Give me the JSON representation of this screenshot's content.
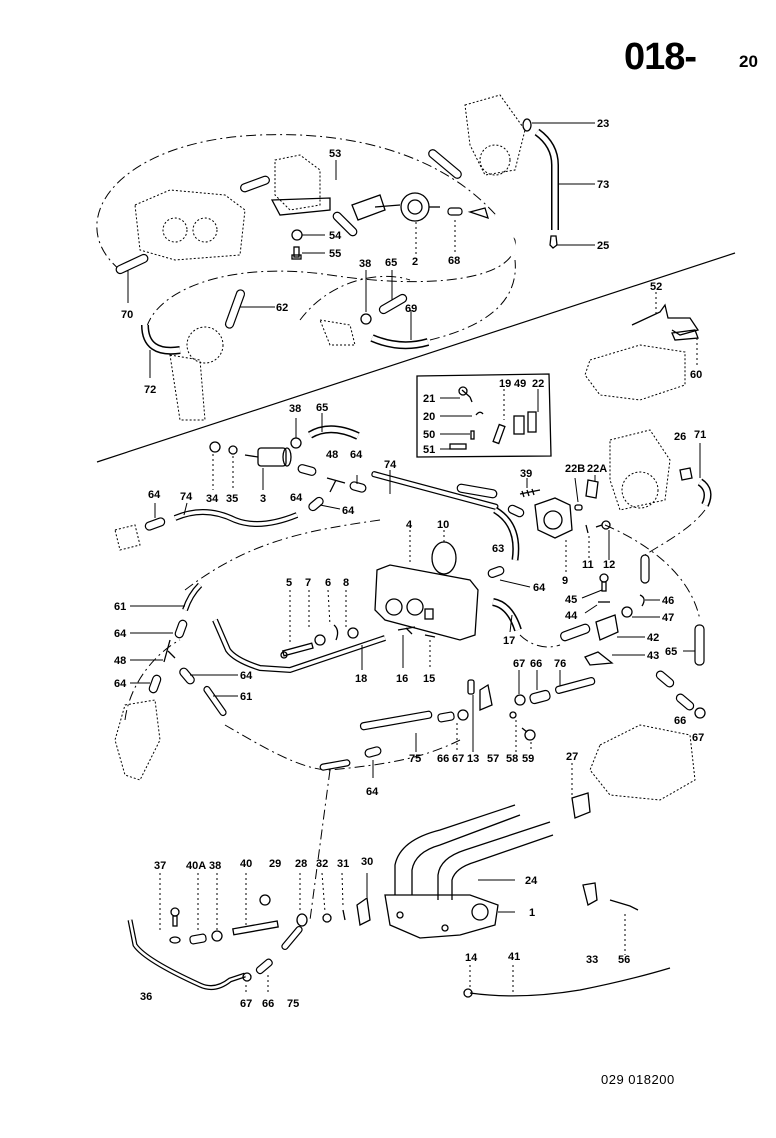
{
  "page": {
    "number": "018",
    "separator": "-",
    "sub_number": "20",
    "reference": "029 018200"
  },
  "callouts": [
    {
      "id": "c23",
      "label": "23"
    },
    {
      "id": "c73",
      "label": "73"
    },
    {
      "id": "c25",
      "label": "25"
    },
    {
      "id": "c53",
      "label": "53"
    },
    {
      "id": "c54",
      "label": "54"
    },
    {
      "id": "c55",
      "label": "55"
    },
    {
      "id": "c2",
      "label": "2"
    },
    {
      "id": "c68",
      "label": "68"
    },
    {
      "id": "c38a",
      "label": "38"
    },
    {
      "id": "c65a",
      "label": "65"
    },
    {
      "id": "c69",
      "label": "69"
    },
    {
      "id": "c62",
      "label": "62"
    },
    {
      "id": "c70",
      "label": "70"
    },
    {
      "id": "c72",
      "label": "72"
    },
    {
      "id": "c52",
      "label": "52"
    },
    {
      "id": "c60",
      "label": "60"
    },
    {
      "id": "c21",
      "label": "21"
    },
    {
      "id": "c20",
      "label": "20"
    },
    {
      "id": "c50",
      "label": "50"
    },
    {
      "id": "c51",
      "label": "51"
    },
    {
      "id": "c19",
      "label": "19"
    },
    {
      "id": "c49",
      "label": "49"
    },
    {
      "id": "c22",
      "label": "22"
    },
    {
      "id": "c38b",
      "label": "38"
    },
    {
      "id": "c65b",
      "label": "65"
    },
    {
      "id": "c48a",
      "label": "48"
    },
    {
      "id": "c64a",
      "label": "64"
    },
    {
      "id": "c74a",
      "label": "74"
    },
    {
      "id": "c34",
      "label": "34"
    },
    {
      "id": "c35",
      "label": "35"
    },
    {
      "id": "c3",
      "label": "3"
    },
    {
      "id": "c64b",
      "label": "64"
    },
    {
      "id": "c64c",
      "label": "64"
    },
    {
      "id": "c64d",
      "label": "64"
    },
    {
      "id": "c74b",
      "label": "74"
    },
    {
      "id": "c39",
      "label": "39"
    },
    {
      "id": "c22B",
      "label": "22B"
    },
    {
      "id": "c22A",
      "label": "22A"
    },
    {
      "id": "c26",
      "label": "26"
    },
    {
      "id": "c71",
      "label": "71"
    },
    {
      "id": "c4",
      "label": "4"
    },
    {
      "id": "c10",
      "label": "10"
    },
    {
      "id": "c63",
      "label": "63"
    },
    {
      "id": "c11",
      "label": "11"
    },
    {
      "id": "c12",
      "label": "12"
    },
    {
      "id": "c9",
      "label": "9"
    },
    {
      "id": "c64e",
      "label": "64"
    },
    {
      "id": "c45",
      "label": "45"
    },
    {
      "id": "c46",
      "label": "46"
    },
    {
      "id": "c44",
      "label": "44"
    },
    {
      "id": "c47",
      "label": "47"
    },
    {
      "id": "c42",
      "label": "42"
    },
    {
      "id": "c43",
      "label": "43"
    },
    {
      "id": "c65c",
      "label": "65"
    },
    {
      "id": "c61a",
      "label": "61"
    },
    {
      "id": "c64f",
      "label": "64"
    },
    {
      "id": "c48b",
      "label": "48"
    },
    {
      "id": "c64g",
      "label": "64"
    },
    {
      "id": "c64h",
      "label": "64"
    },
    {
      "id": "c61b",
      "label": "61"
    },
    {
      "id": "c5",
      "label": "5"
    },
    {
      "id": "c7",
      "label": "7"
    },
    {
      "id": "c6",
      "label": "6"
    },
    {
      "id": "c8",
      "label": "8"
    },
    {
      "id": "c18",
      "label": "18"
    },
    {
      "id": "c16",
      "label": "16"
    },
    {
      "id": "c15",
      "label": "15"
    },
    {
      "id": "c17",
      "label": "17"
    },
    {
      "id": "c67a",
      "label": "67"
    },
    {
      "id": "c66a",
      "label": "66"
    },
    {
      "id": "c76",
      "label": "76"
    },
    {
      "id": "c66b",
      "label": "66"
    },
    {
      "id": "c67b",
      "label": "67"
    },
    {
      "id": "c75a",
      "label": "75"
    },
    {
      "id": "c66c",
      "label": "66"
    },
    {
      "id": "c67c",
      "label": "67"
    },
    {
      "id": "c13",
      "label": "13"
    },
    {
      "id": "c57",
      "label": "57"
    },
    {
      "id": "c58",
      "label": "58"
    },
    {
      "id": "c59",
      "label": "59"
    },
    {
      "id": "c64i",
      "label": "64"
    },
    {
      "id": "c27",
      "label": "27"
    },
    {
      "id": "c37",
      "label": "37"
    },
    {
      "id": "c40A",
      "label": "40A"
    },
    {
      "id": "c38c",
      "label": "38"
    },
    {
      "id": "c40",
      "label": "40"
    },
    {
      "id": "c29",
      "label": "29"
    },
    {
      "id": "c28",
      "label": "28"
    },
    {
      "id": "c32",
      "label": "32"
    },
    {
      "id": "c31",
      "label": "31"
    },
    {
      "id": "c30",
      "label": "30"
    },
    {
      "id": "c24",
      "label": "24"
    },
    {
      "id": "c1",
      "label": "1"
    },
    {
      "id": "c33",
      "label": "33"
    },
    {
      "id": "c56",
      "label": "56"
    },
    {
      "id": "c36",
      "label": "36"
    },
    {
      "id": "c67d",
      "label": "67"
    },
    {
      "id": "c66d",
      "label": "66"
    },
    {
      "id": "c75b",
      "label": "75"
    },
    {
      "id": "c14",
      "label": "14"
    },
    {
      "id": "c41",
      "label": "41"
    }
  ]
}
